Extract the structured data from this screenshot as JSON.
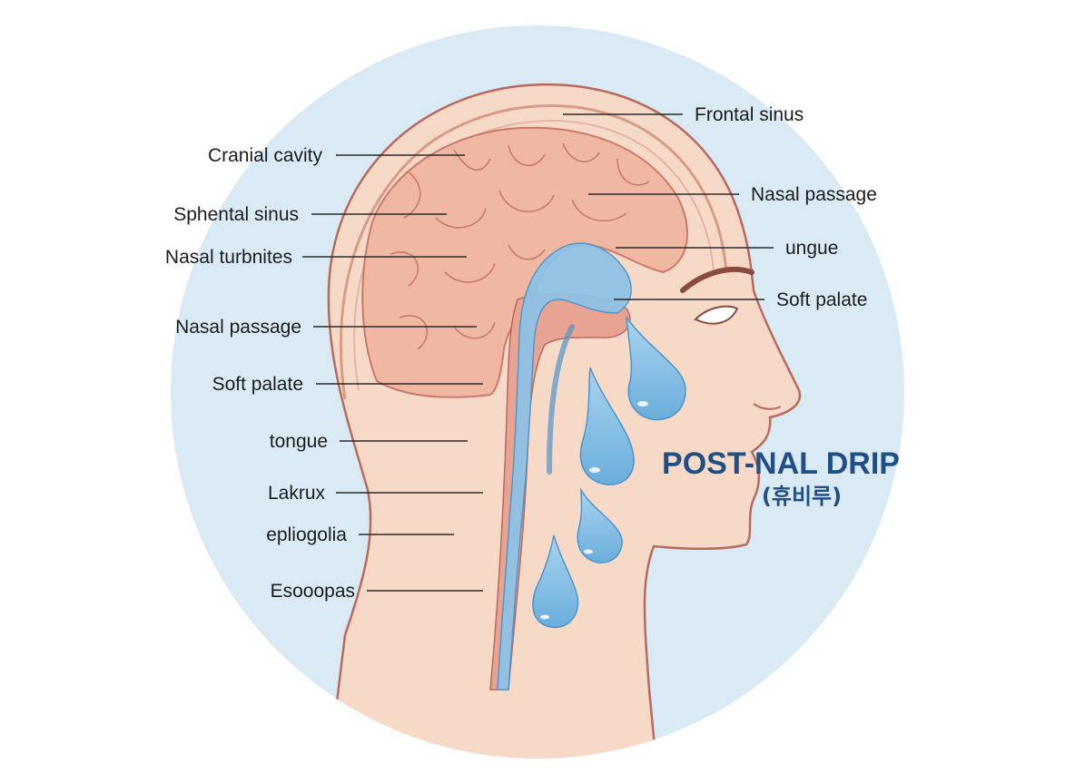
{
  "title": "POST-NAL DRIP",
  "subtitle": "(휴비루)",
  "colors": {
    "background_circle": "#d9eaf5",
    "skin": "#f7d9c8",
    "skin_outline": "#b86a5e",
    "brain": "#f0b8a2",
    "brain_fold": "#c97a6a",
    "mucus": "#8fc2e6",
    "mucus_dark": "#4f94c8",
    "title_text": "#1f4f86"
  },
  "labels_left": [
    {
      "id": "cranial-cavity",
      "text": "Cranial cavity"
    },
    {
      "id": "sphental-sinus",
      "text": "Sphental sinus"
    },
    {
      "id": "nasal-turbnites",
      "text": "Nasal turbnites"
    },
    {
      "id": "nasal-passage-left",
      "text": "Nasal passage"
    },
    {
      "id": "soft-palate-left",
      "text": "Soft palate"
    },
    {
      "id": "tongue",
      "text": "tongue"
    },
    {
      "id": "lakrux",
      "text": "Lakrux"
    },
    {
      "id": "epliogolia",
      "text": "epliogolia"
    },
    {
      "id": "esooopas",
      "text": "Esooopas"
    }
  ],
  "labels_right": [
    {
      "id": "frontal-sinus",
      "text": "Frontal sinus"
    },
    {
      "id": "nasal-passage-right",
      "text": "Nasal passage"
    },
    {
      "id": "ungue",
      "text": "ungue"
    },
    {
      "id": "soft-palate-right",
      "text": "Soft palate"
    }
  ]
}
